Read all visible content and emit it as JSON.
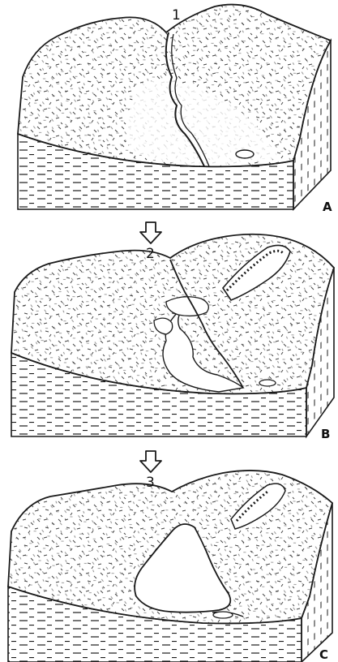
{
  "figure": {
    "panels": [
      {
        "letter": "A",
        "step": "1"
      },
      {
        "letter": "B",
        "step": "2"
      },
      {
        "letter": "C",
        "step": "3"
      }
    ],
    "colors": {
      "ink": "#1a1a1a",
      "paper": "#ffffff"
    }
  }
}
